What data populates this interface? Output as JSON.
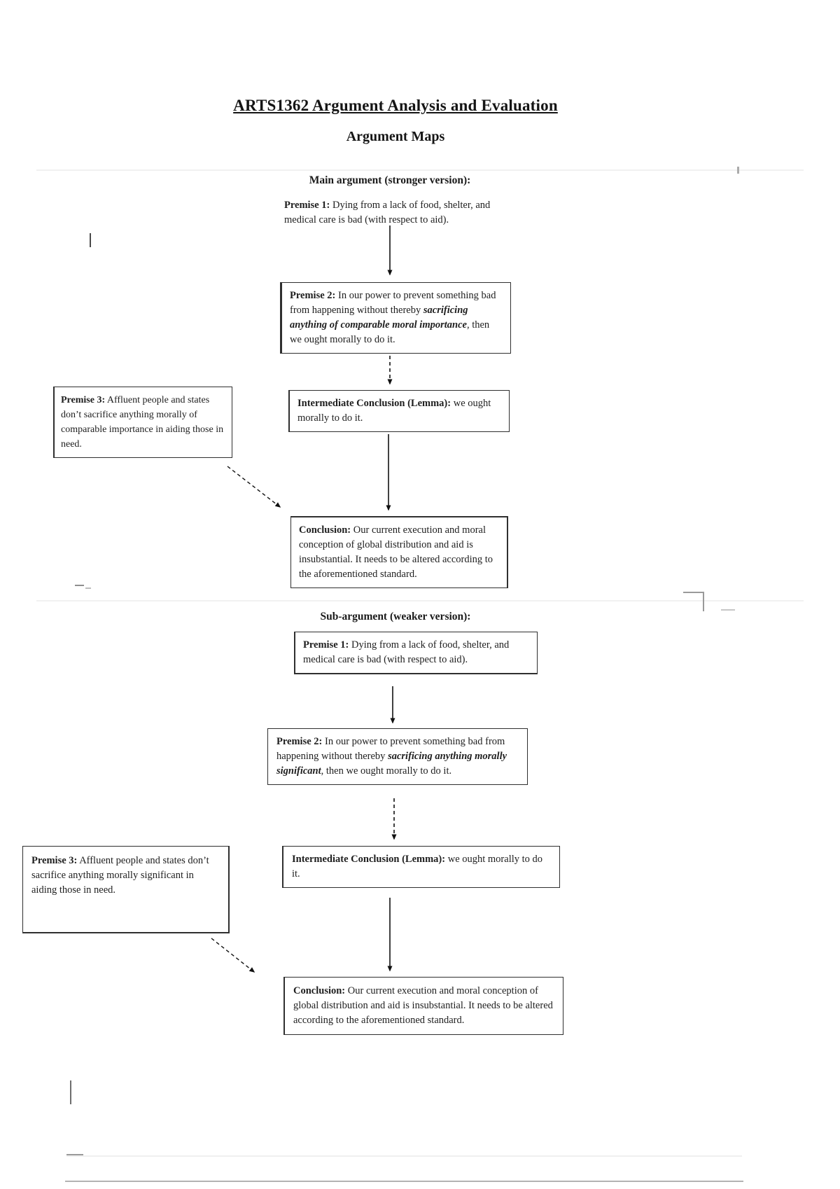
{
  "doc": {
    "title": "ARTS1362 Argument Analysis and Evaluation",
    "subtitle": "Argument Maps"
  },
  "colors": {
    "text": "#1e1e1e",
    "box_border": "#2f2f2f",
    "arrow": "#111111",
    "page_break_line": "#f1f1f1",
    "artifact_gray": "#9a9a9a"
  },
  "main_argument": {
    "heading": "Main argument (stronger version):",
    "premise1": {
      "label": "Premise 1:",
      "text": "Dying from a lack of food, shelter, and medical care is bad (with respect to aid)."
    },
    "premise2": {
      "label": "Premise 2:",
      "text_before": "In our power to prevent something bad from happening without thereby ",
      "emphasis": "sacrificing anything of comparable moral importance",
      "text_after": ", then we ought morally to do it."
    },
    "premise3": {
      "label": "Premise 3:",
      "text": "Affluent people and states don’t sacrifice anything morally of comparable importance in aiding those in need."
    },
    "lemma": {
      "label": "Intermediate Conclusion (Lemma):",
      "text": "we ought morally to do it."
    },
    "conclusion": {
      "label": "Conclusion:",
      "text": "Our current execution and moral conception of global distribution and aid is insubstantial. It needs to be altered according to the aforementioned standard."
    }
  },
  "sub_argument": {
    "heading": "Sub-argument (weaker version):",
    "premise1": {
      "label": "Premise 1:",
      "text": "Dying from a lack of food, shelter, and medical care is bad (with respect to aid)."
    },
    "premise2": {
      "label": "Premise 2:",
      "text_before": "In our power to prevent something bad from happening without thereby ",
      "emphasis": "sacrificing anything morally significant",
      "text_after": ", then we ought morally to do it."
    },
    "premise3": {
      "label": "Premise 3:",
      "text": "Affluent people and states don’t sacrifice anything morally significant in aiding those in need."
    },
    "lemma": {
      "label": "Intermediate Conclusion (Lemma):",
      "text": "we ought morally to do it."
    },
    "conclusion": {
      "label": "Conclusion:",
      "text": "Our current execution and moral conception of global distribution and aid is insubstantial. It needs to be altered according to the aforementioned standard."
    }
  }
}
